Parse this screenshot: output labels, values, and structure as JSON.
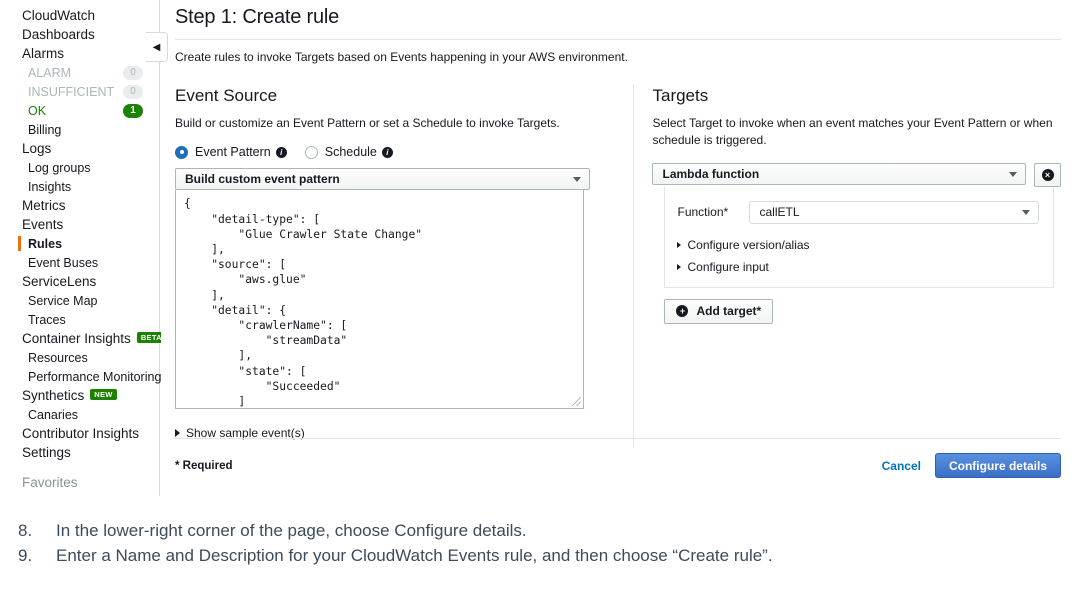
{
  "sidebar": {
    "collapse_icon": "chevron-left-icon",
    "items": [
      {
        "label": "CloudWatch",
        "level": 1
      },
      {
        "label": "Dashboards",
        "level": 1
      },
      {
        "label": "Alarms",
        "level": 1
      },
      {
        "label": "ALARM",
        "level": 2,
        "state": "muted",
        "badge": "0",
        "badge_style": "zero"
      },
      {
        "label": "INSUFFICIENT",
        "level": 2,
        "state": "muted",
        "badge": "0",
        "badge_style": "zero"
      },
      {
        "label": "OK",
        "level": 2,
        "state": "ok",
        "badge": "1",
        "badge_style": "green"
      },
      {
        "label": "Billing",
        "level": 2
      },
      {
        "label": "Logs",
        "level": 1
      },
      {
        "label": "Log groups",
        "level": 2
      },
      {
        "label": "Insights",
        "level": 2
      },
      {
        "label": "Metrics",
        "level": 1
      },
      {
        "label": "Events",
        "level": 1
      },
      {
        "label": "Rules",
        "level": 2,
        "selected": true
      },
      {
        "label": "Event Buses",
        "level": 2
      },
      {
        "label": "ServiceLens",
        "level": 1
      },
      {
        "label": "Service Map",
        "level": 2
      },
      {
        "label": "Traces",
        "level": 2
      },
      {
        "label": "Container Insights",
        "level": 1,
        "tag": "BETA"
      },
      {
        "label": "Resources",
        "level": 2
      },
      {
        "label": "Performance Monitoring",
        "level": 2
      },
      {
        "label": "Synthetics",
        "level": 1,
        "tag": "NEW"
      },
      {
        "label": "Canaries",
        "level": 2
      },
      {
        "label": "Contributor Insights",
        "level": 1
      },
      {
        "label": "Settings",
        "level": 1
      },
      {
        "label": "Favorites",
        "level": 1,
        "state": "fav",
        "spacer_before": true
      }
    ]
  },
  "header": {
    "title": "Step 1: Create rule",
    "subtitle": "Create rules to invoke Targets based on Events happening in your AWS environment."
  },
  "event_source": {
    "title": "Event Source",
    "description": "Build or customize an Event Pattern or set a Schedule to invoke Targets.",
    "radio_event_pattern": "Event Pattern",
    "radio_schedule": "Schedule",
    "selected_radio": "Event Pattern",
    "pattern_select_value": "Build custom event pattern",
    "pattern_json": "{\n    \"detail-type\": [\n        \"Glue Crawler State Change\"\n    ],\n    \"source\": [\n        \"aws.glue\"\n    ],\n    \"detail\": {\n        \"crawlerName\": [\n            \"streamData\"\n        ],\n        \"state\": [\n            \"Succeeded\"\n        ]",
    "show_sample": "Show sample event(s)"
  },
  "targets": {
    "title": "Targets",
    "description": "Select Target to invoke when an event matches your Event Pattern or when schedule is triggered.",
    "target_type": "Lambda function",
    "remove_icon": "close-circle-icon",
    "function_label": "Function*",
    "function_value": "callETL",
    "configure_version": "Configure version/alias",
    "configure_input": "Configure input",
    "add_target_label": "Add target*",
    "add_target_icon": "plus-circle-icon"
  },
  "footer": {
    "required_note": "* Required",
    "cancel_label": "Cancel",
    "primary_label": "Configure details"
  },
  "instructions": [
    {
      "num": "8.",
      "text": "In the lower-right corner of the page, choose Configure details."
    },
    {
      "num": "9.",
      "text": "Enter a Name and Description for your CloudWatch Events rule, and then choose “Create rule”."
    }
  ],
  "colors": {
    "accent_orange": "#ec7211",
    "link_blue": "#0073bb",
    "primary_blue": "#3a6fc4",
    "success_green": "#1d8102",
    "radio_blue": "#1f6fb5"
  }
}
